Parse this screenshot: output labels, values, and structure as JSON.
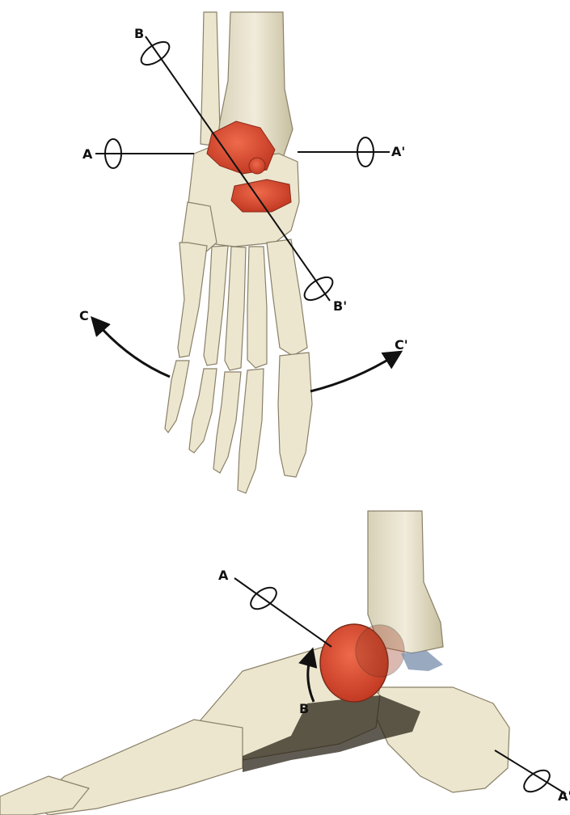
{
  "diagram": {
    "top_view": {
      "labels": {
        "b": "B",
        "a": "A",
        "a_prime": "A'",
        "b_prime": "B'",
        "c": "C",
        "c_prime": "C'"
      }
    },
    "side_view": {
      "labels": {
        "a": "A",
        "b": "B",
        "a_prime": "A'"
      }
    },
    "colors": {
      "bone": "#ece6cf",
      "bone_shadow": "#c9bf9c",
      "bone_outline": "#8a8068",
      "joint_red": "#e0452c",
      "joint_dark": "#9a3a22",
      "axis": "#111111",
      "blue_cartilage": "#7f93b0"
    }
  }
}
